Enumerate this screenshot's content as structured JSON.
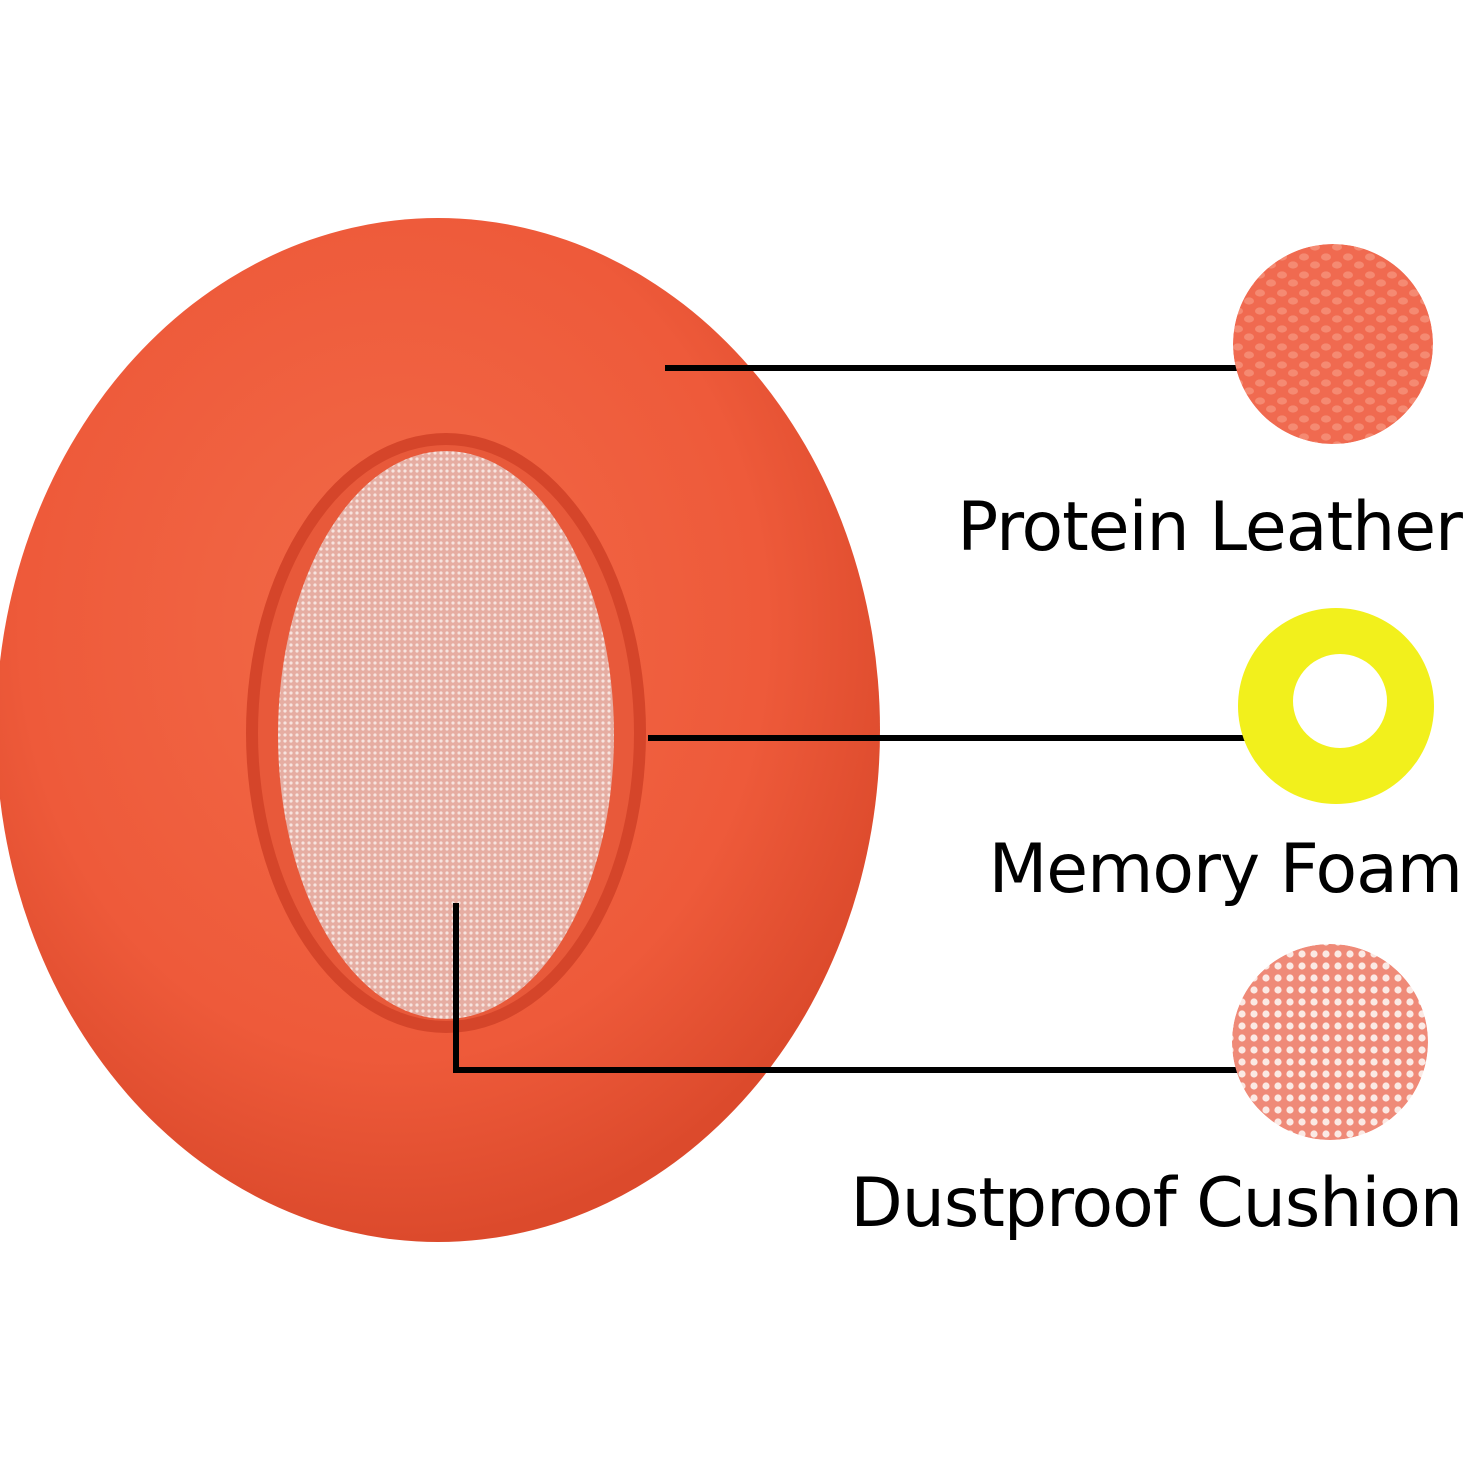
{
  "labels": {
    "leather": "Protein Leather",
    "foam": "Memory Foam",
    "cushion": "Dustproof Cushion"
  },
  "colors": {
    "background": "#ffffff",
    "leather": "#ee5a3a",
    "leather_shadow": "#d9442a",
    "mesh": "#e8b3a8",
    "foam": "#f2f01c",
    "line": "#000000",
    "text": "#000000"
  },
  "icons": {
    "earpad": "earpad-icon",
    "leather_swatch": "leather-texture-icon",
    "foam_swatch": "foam-ring-icon",
    "mesh_swatch": "mesh-texture-icon"
  }
}
